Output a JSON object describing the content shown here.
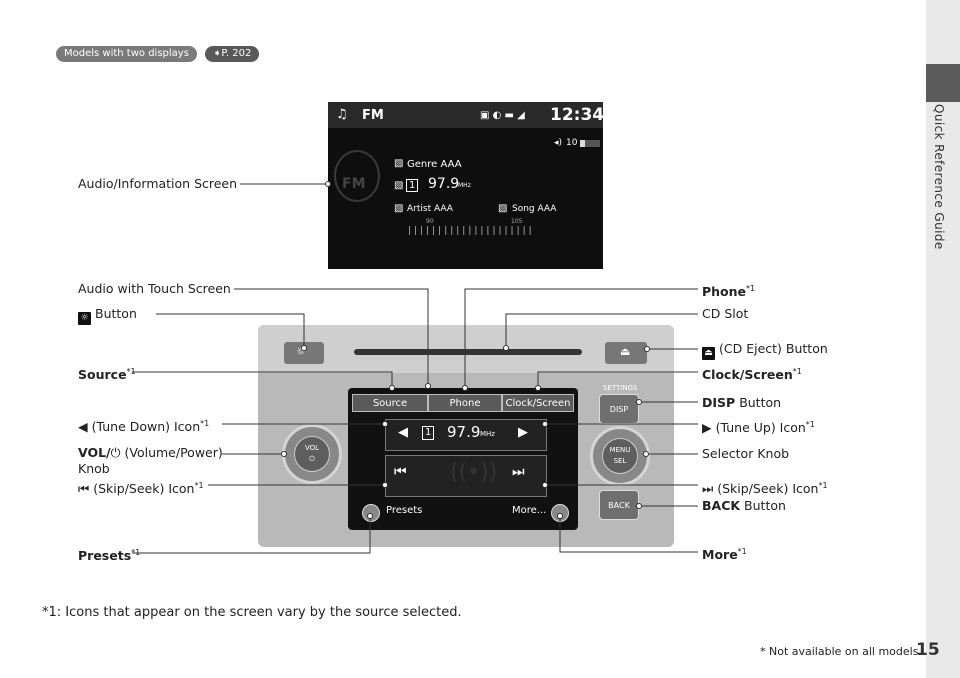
{
  "header": {
    "models_tag": "Models with two displays",
    "ref_tag": "P. 202"
  },
  "sidebar": {
    "title": "Quick Reference Guide",
    "page_number": "15"
  },
  "screen": {
    "band": "FM",
    "clock": "12:34",
    "volume": "10",
    "genre": "Genre AAA",
    "preset": "1",
    "frequency": "97.9",
    "unit": "MHz",
    "artist": "Artist AAA",
    "song": "Song AAA",
    "scale_low": "90",
    "scale_high": "105"
  },
  "unit": {
    "tabs": [
      "Source",
      "Phone",
      "Clock/Screen"
    ],
    "frequency": "97.9",
    "freq_unit": "MHz",
    "preset_num": "1",
    "presets_label": "Presets",
    "more_label": "More...",
    "settings": "SETTINGS",
    "disp": "DISP",
    "menu_sel": "MENU SEL",
    "back": "BACK",
    "vol": "VOL"
  },
  "labels": {
    "audio_info_screen": "Audio/Information Screen",
    "audio_touch": "Audio with Touch Screen",
    "brightness_button": "Button",
    "source": "Source",
    "tune_down": "(Tune Down) Icon",
    "vol_power_a": "VOL/",
    "vol_power_b": "(Volume/Power)",
    "vol_power_c": "Knob",
    "skip_seek_left": "(Skip/Seek) Icon",
    "presets": "Presets",
    "phone": "Phone",
    "cd_slot": "CD Slot",
    "cd_eject": "(CD Eject) Button",
    "clock_screen": "Clock/Screen",
    "disp_bold": "DISP",
    "disp_rest": "Button",
    "tune_up": "(Tune Up) Icon",
    "selector_knob": "Selector Knob",
    "skip_seek_right": "(Skip/Seek) Icon",
    "back_bold": "BACK",
    "back_rest": "Button",
    "more": "More",
    "sup": "*1"
  },
  "footnote": "*1: Icons that appear on the screen vary by the source selected.",
  "not_available": "* Not available on all models"
}
